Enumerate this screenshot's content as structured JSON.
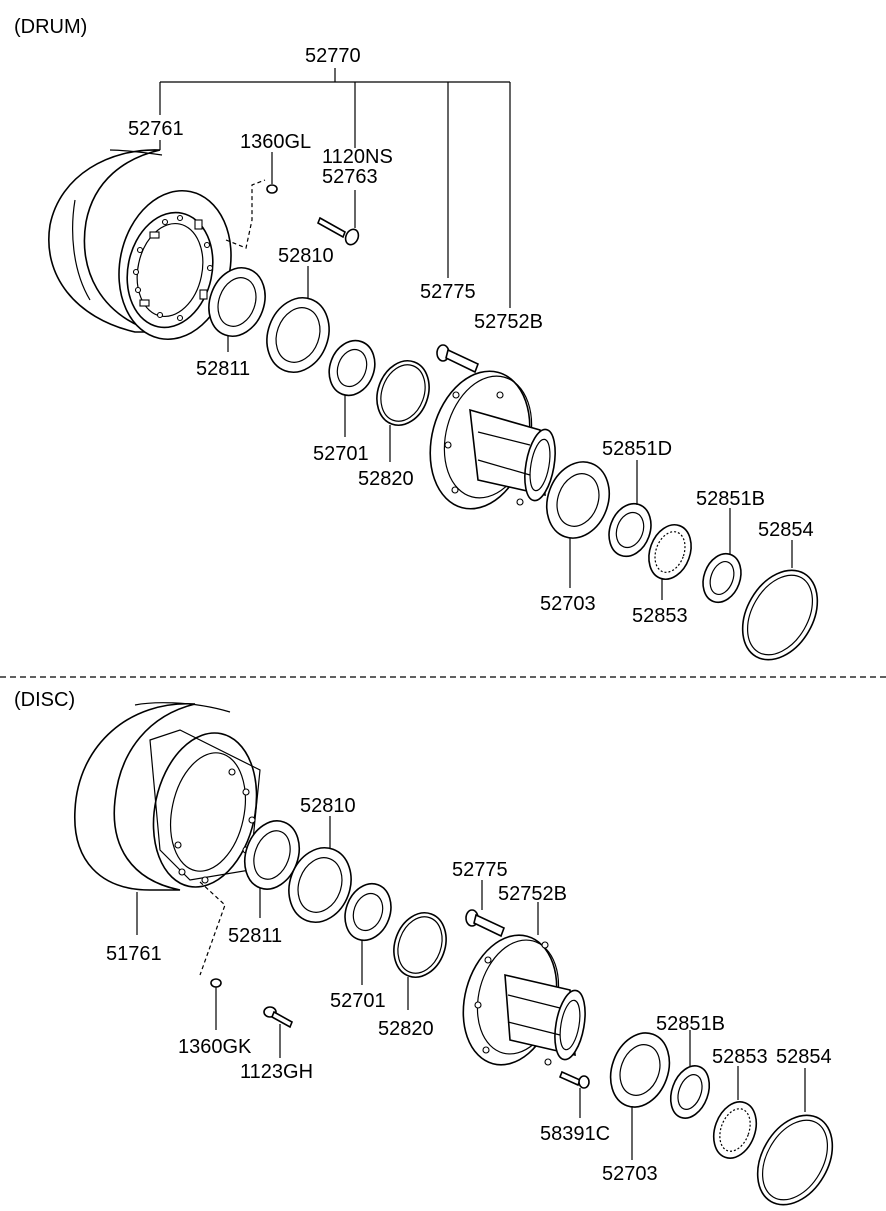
{
  "sections": {
    "drum": "(DRUM)",
    "disc": "(DISC)"
  },
  "drum_labels": {
    "assembly": "52770",
    "drum": "52761",
    "nut": "1360GL",
    "bolt_a": "1120NS",
    "bolt_b": "52763",
    "seal_outer": "52810",
    "seal_inner": "52811",
    "stud": "52775",
    "hub": "52752B",
    "bearing_cone": "52701",
    "ring": "52820",
    "race_inner": "52851D",
    "race_outer": "52851B",
    "bearing_cup": "52703",
    "roller": "52853",
    "retainer": "52854"
  },
  "disc_labels": {
    "disc": "51761",
    "seal_outer": "52810",
    "seal_inner": "52811",
    "nut": "1360GK",
    "bolt": "1123GH",
    "bearing_cone": "52701",
    "ring": "52820",
    "stud": "52775",
    "hub": "52752B",
    "screw": "58391C",
    "race": "52851B",
    "roller": "52853",
    "retainer": "52854",
    "bearing_cup": "52703"
  }
}
